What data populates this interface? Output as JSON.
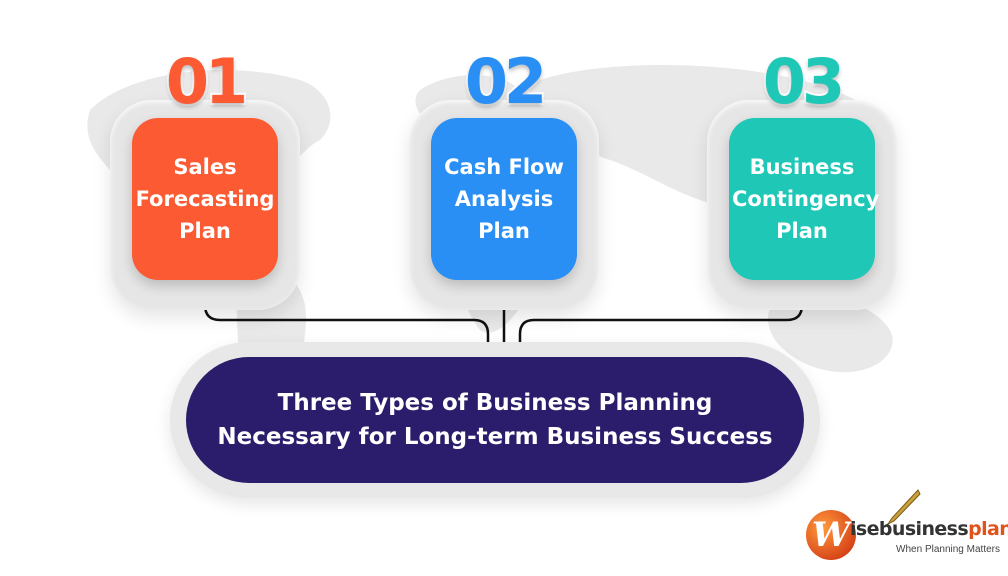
{
  "cards": [
    {
      "number": "01",
      "label": "Sales\nForecasting\nPlan",
      "color": "#fb5a32"
    },
    {
      "number": "02",
      "label": "Cash Flow\nAnalysis\nPlan",
      "color": "#2a8ff5"
    },
    {
      "number": "03",
      "label": "Business\nContingency\nPlan",
      "color": "#1ec7b6"
    }
  ],
  "banner": {
    "text": "Three Types of Business Planning\nNecessary for Long-term Business Success",
    "color": "#2b1d6b"
  },
  "logo": {
    "mark": "W",
    "name_part1": "ise",
    "name_part2": "business",
    "name_part3": "plans",
    "registered": "®",
    "tagline": "When Planning Matters"
  },
  "icons": [
    "world-map-icon",
    "fountain-pen-icon"
  ]
}
